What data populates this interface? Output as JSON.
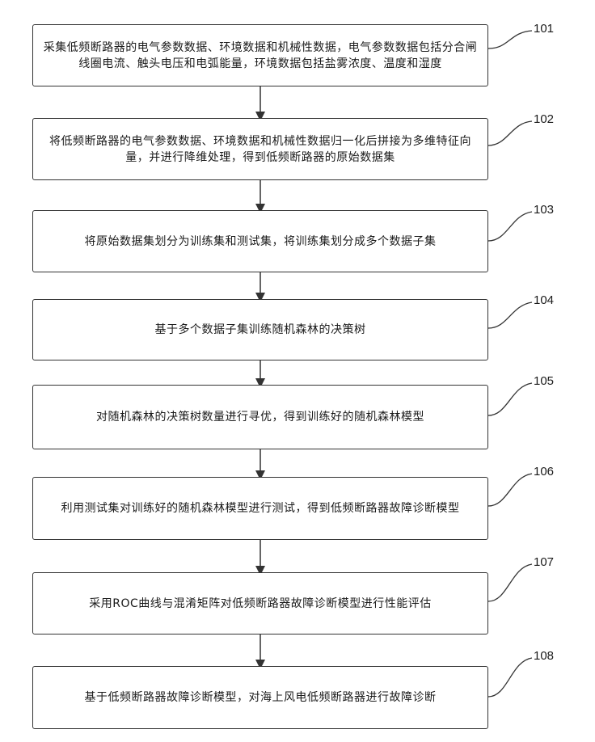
{
  "steps": [
    {
      "id": "101",
      "text": "采集低频断路器的电气参数数据、环境数据和机械性数据，电气参数数据包括分合闸线圈电流、触头电压和电弧能量，环境数据包括盐雾浓度、温度和湿度"
    },
    {
      "id": "102",
      "text": "将低频断路器的电气参数数据、环境数据和机械性数据归一化后拼接为多维特征向量，并进行降维处理，得到低频断路器的原始数据集"
    },
    {
      "id": "103",
      "text": "将原始数据集划分为训练集和测试集，将训练集划分成多个数据子集"
    },
    {
      "id": "104",
      "text": "基于多个数据子集训练随机森林的决策树"
    },
    {
      "id": "105",
      "text": "对随机森林的决策树数量进行寻优，得到训练好的随机森林模型"
    },
    {
      "id": "106",
      "text": "利用测试集对训练好的随机森林模型进行测试，得到低频断路器故障诊断模型"
    },
    {
      "id": "107",
      "text": "采用ROC曲线与混淆矩阵对低频断路器故障诊断模型进行性能评估"
    },
    {
      "id": "108",
      "text": "基于低频断路器故障诊断模型，对海上风电低频断路器进行故障诊断"
    }
  ]
}
